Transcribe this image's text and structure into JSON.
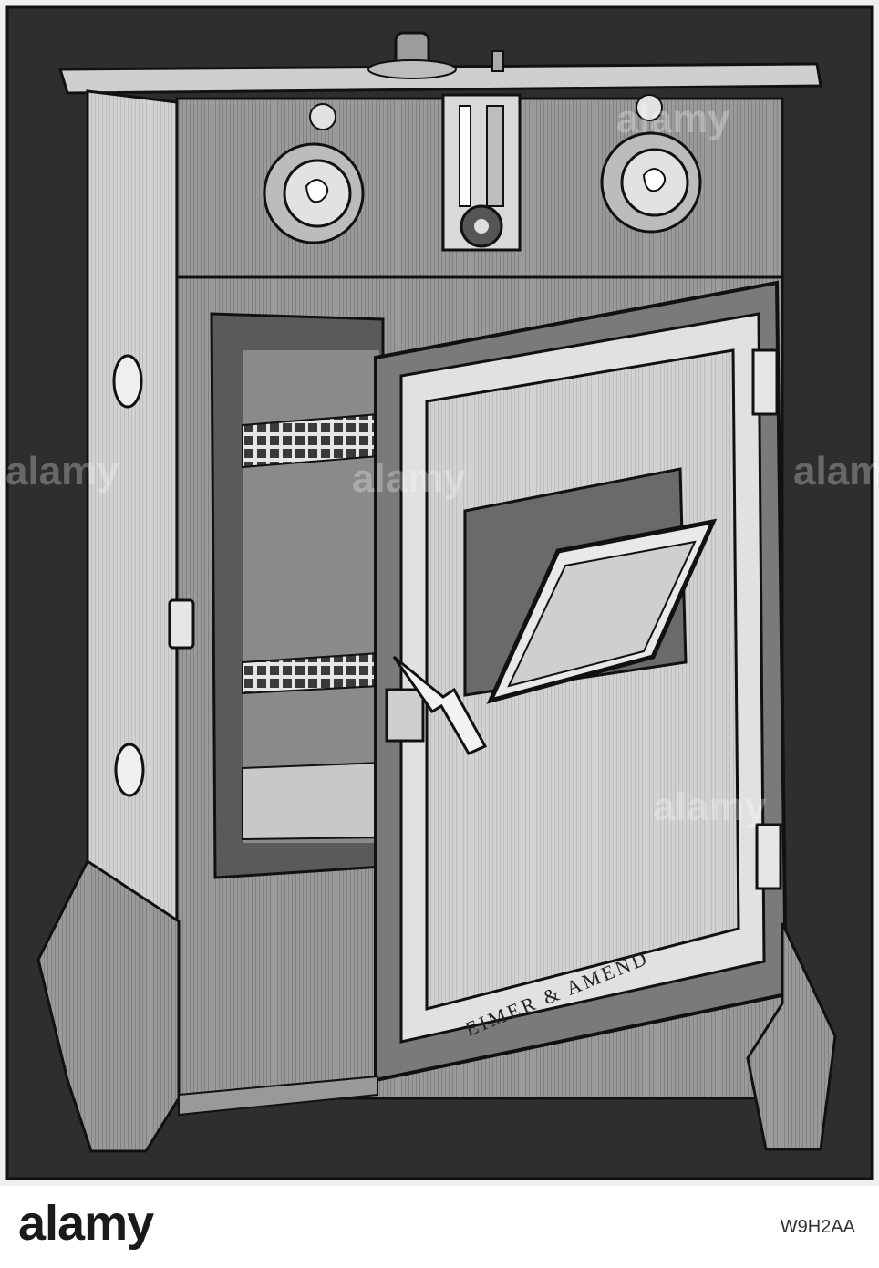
{
  "image": {
    "description_text": "Engraving of an incubator cabinet with open door",
    "door_maker_text": "EIMER & AMEND",
    "colors": {
      "frame_dark": "#2e2e2e",
      "cabinet_mid": "#8a8a8a",
      "cabinet_light": "#c4c4c4",
      "door_light": "#d6d6d6",
      "interior_dark": "#5a5a5a"
    }
  },
  "watermark": {
    "tile_text": "alamy"
  },
  "stock_bar": {
    "logo": "alamy",
    "image_id": "W9H2AA"
  }
}
